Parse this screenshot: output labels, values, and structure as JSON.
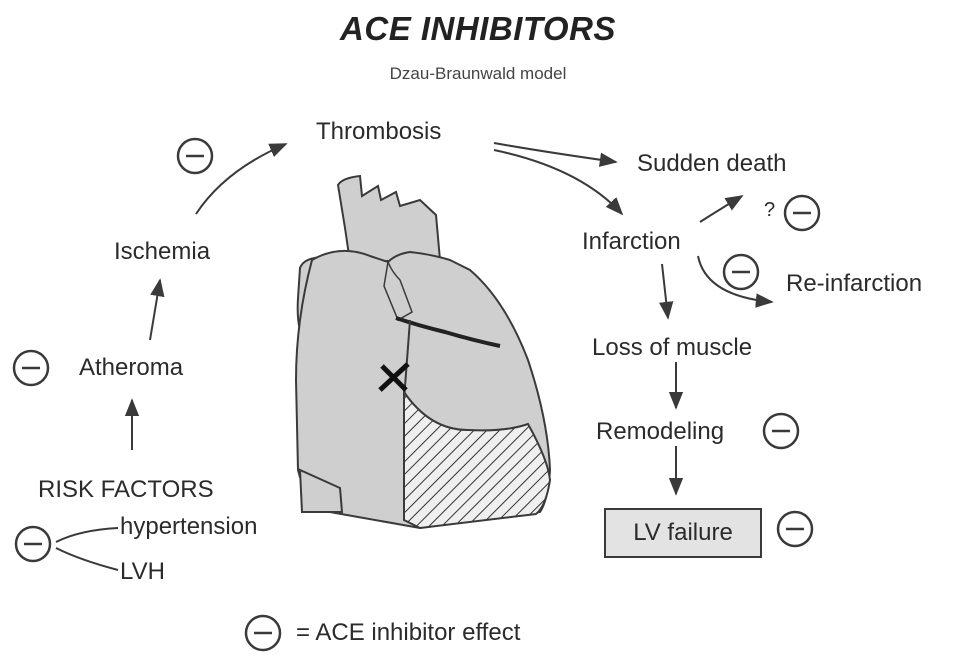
{
  "title": "ACE INHIBITORS",
  "subtitle": "Dzau-Braunwald model",
  "nodes": {
    "thrombosis": "Thrombosis",
    "ischemia": "Ischemia",
    "atheroma": "Atheroma",
    "risk_factors": "RISK FACTORS",
    "hypertension": "hypertension",
    "lvh": "LVH",
    "sudden_death": "Sudden death",
    "infarction": "Infarction",
    "re_infarction": "Re-infarction",
    "loss_of_muscle": "Loss of muscle",
    "remodeling": "Remodeling",
    "lv_failure": "LV failure",
    "question_mark": "?"
  },
  "legend": {
    "text": "= ACE inhibitor effect",
    "symbol": "minus-circle-icon"
  },
  "colors": {
    "heart_fill": "#cfcfcf",
    "heart_stroke": "#3a3a3a",
    "text": "#2b2b2b",
    "box_fill": "#e3e3e3"
  }
}
